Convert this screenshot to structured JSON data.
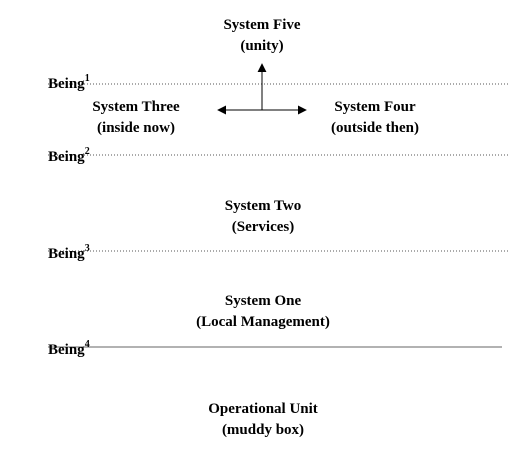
{
  "levels": [
    {
      "name": "Being",
      "superscript": "1",
      "line_style": "dotted"
    },
    {
      "name": "Being",
      "superscript": "2",
      "line_style": "dotted"
    },
    {
      "name": "Being",
      "superscript": "3",
      "line_style": "dotted"
    },
    {
      "name": "Being",
      "superscript": "4",
      "line_style": "solid"
    }
  ],
  "nodes": {
    "system_five": {
      "title": "System Five",
      "subtitle": "(unity)"
    },
    "system_three": {
      "title": "System Three",
      "subtitle": "(inside now)"
    },
    "system_four": {
      "title": "System Four",
      "subtitle": "(outside then)"
    },
    "system_two": {
      "title": "System Two",
      "subtitle": "(Services)"
    },
    "system_one": {
      "title": "System One",
      "subtitle": "(Local Management)"
    },
    "operational_unit": {
      "title": "Operational Unit",
      "subtitle": "(muddy box)"
    }
  },
  "colors": {
    "ink": "#000000",
    "dotted_line": "#555555",
    "solid_line": "#666666"
  }
}
